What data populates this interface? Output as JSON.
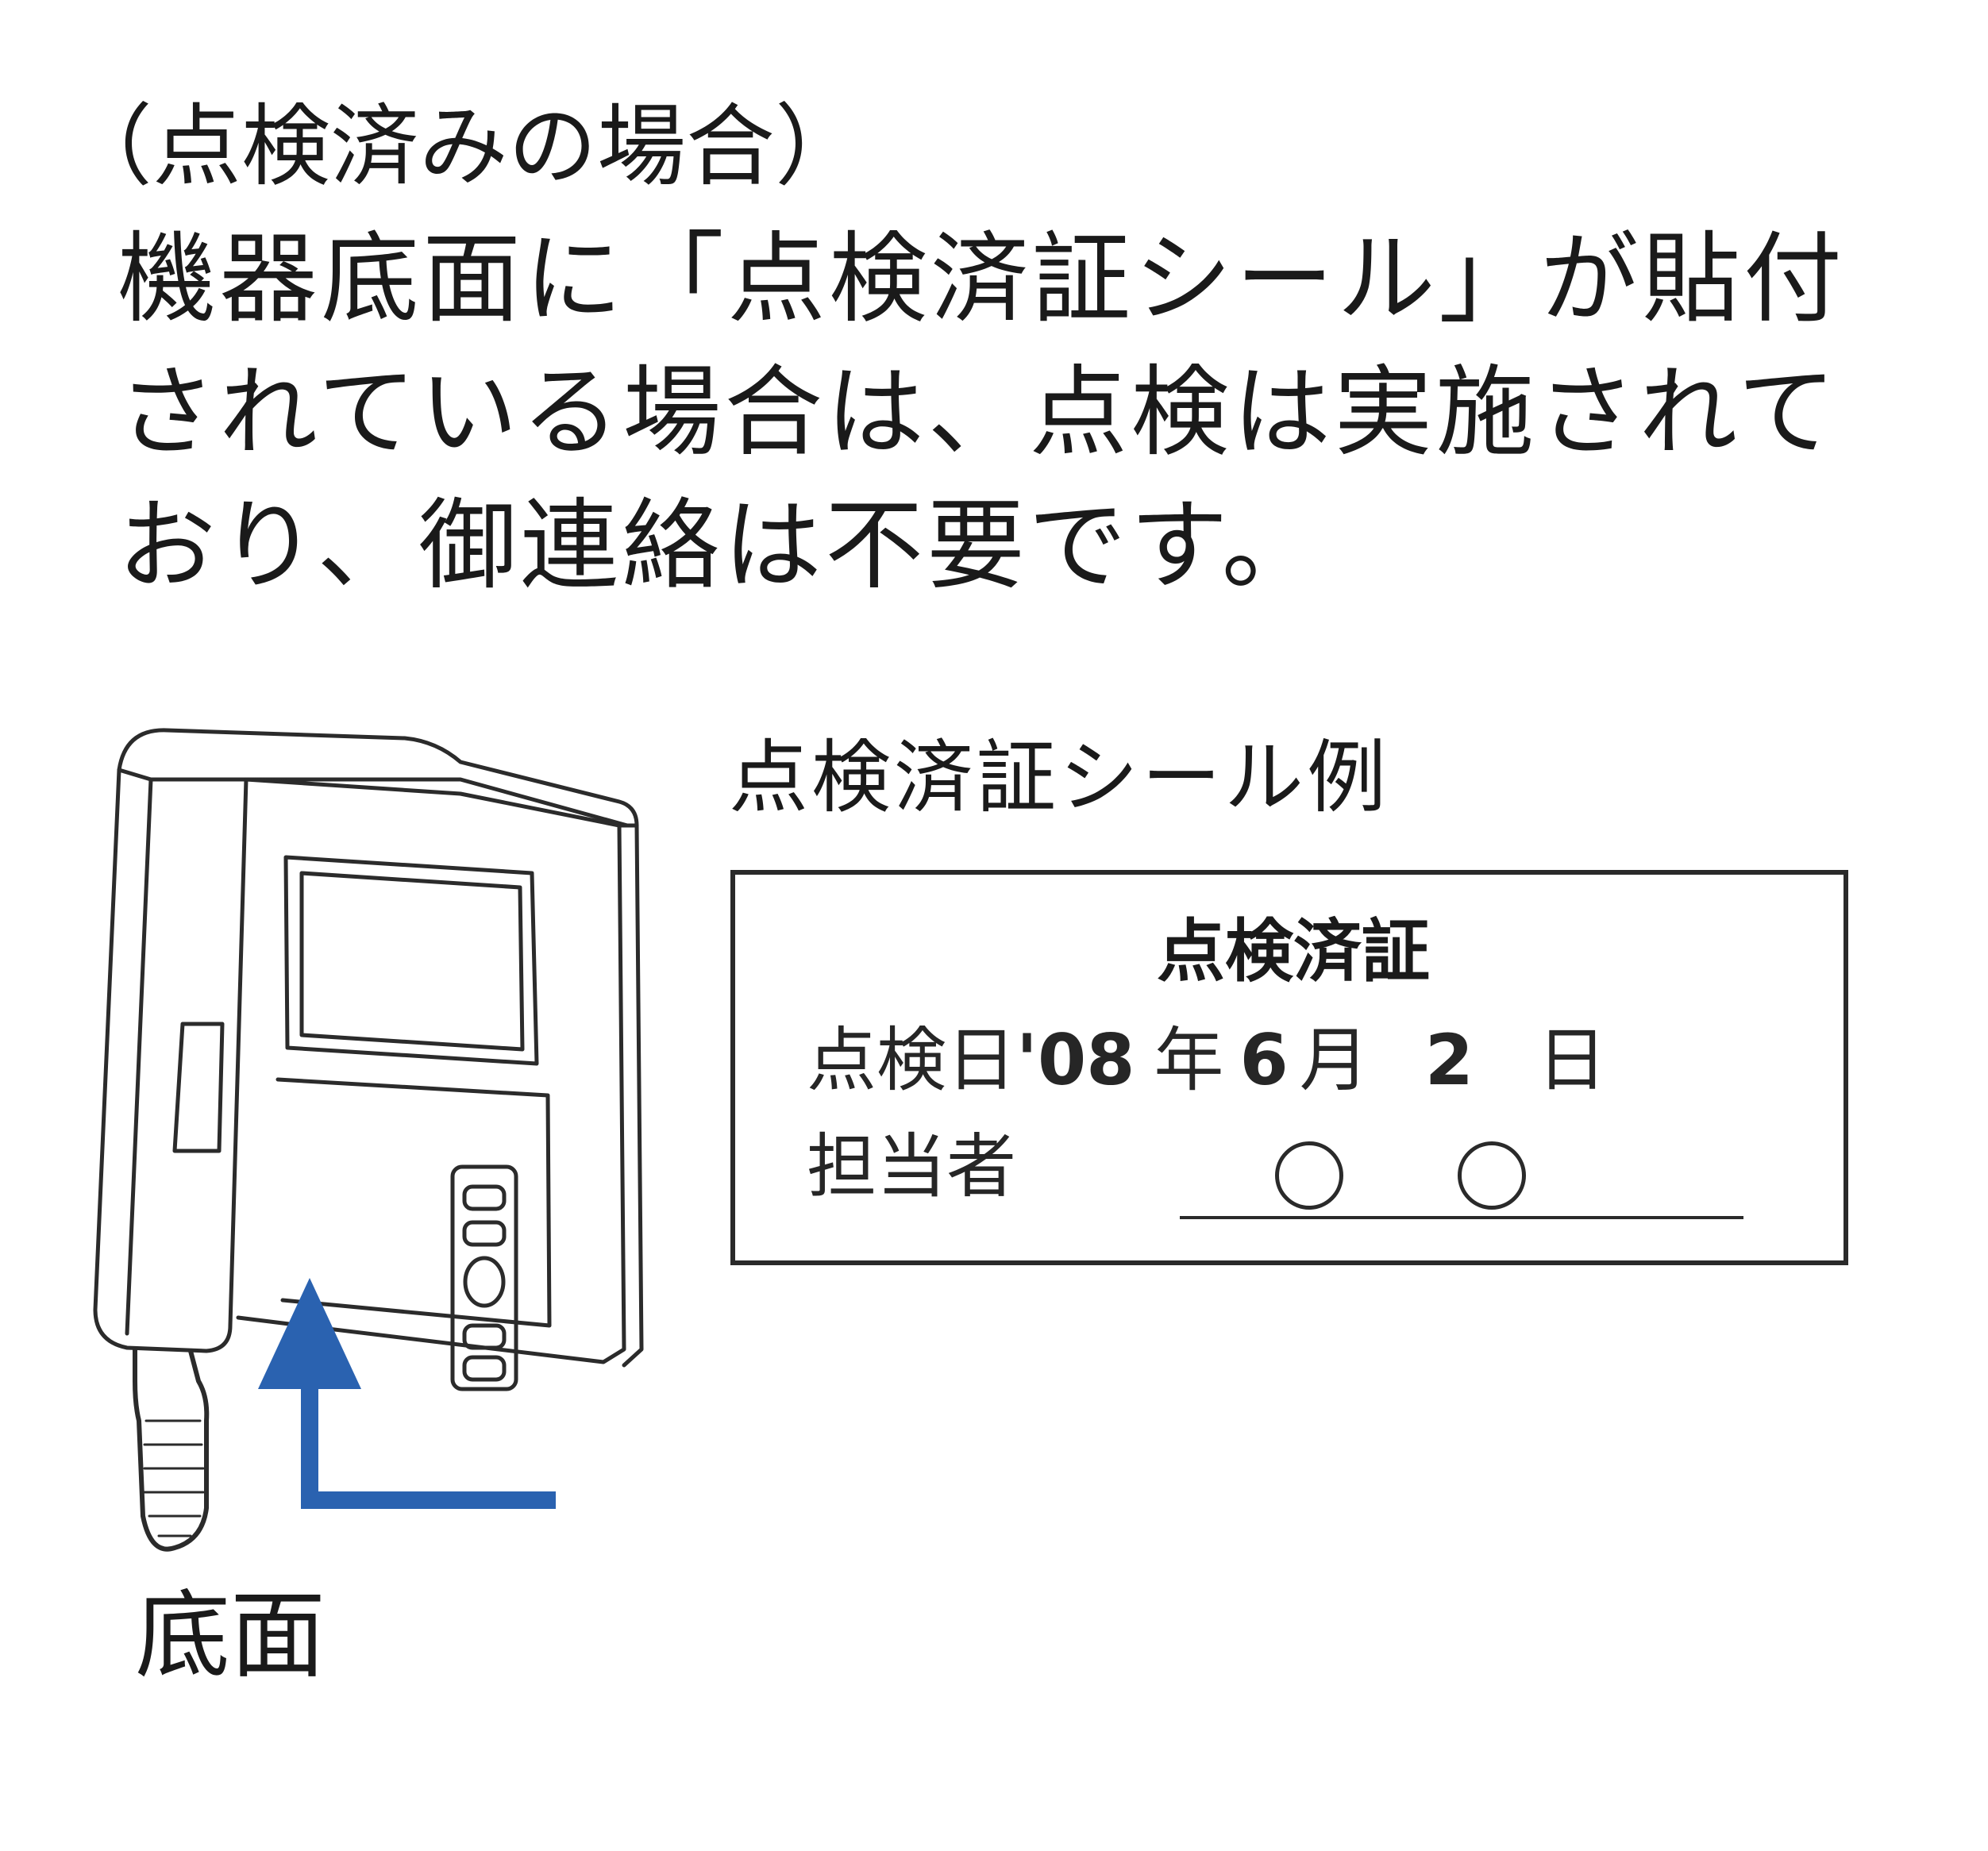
{
  "heading": "（点検済みの場合）",
  "paragraph": {
    "lines": [
      "機器底面に「点検済証シール」が貼付",
      "されている場合は、点検は実施されて",
      "おり、御連絡は不要です。"
    ]
  },
  "figure": {
    "bottom_label": "底面",
    "arrow_color": "#2a62b0"
  },
  "seal": {
    "caption": "点検済証シール例",
    "title": "点検済証",
    "date_label": "点検日",
    "year": "'08",
    "year_unit": "年",
    "month": "6",
    "month_unit": "月",
    "day": "2",
    "day_unit": "日",
    "person_label": "担当者",
    "person_marks": [
      "○",
      "○"
    ]
  }
}
